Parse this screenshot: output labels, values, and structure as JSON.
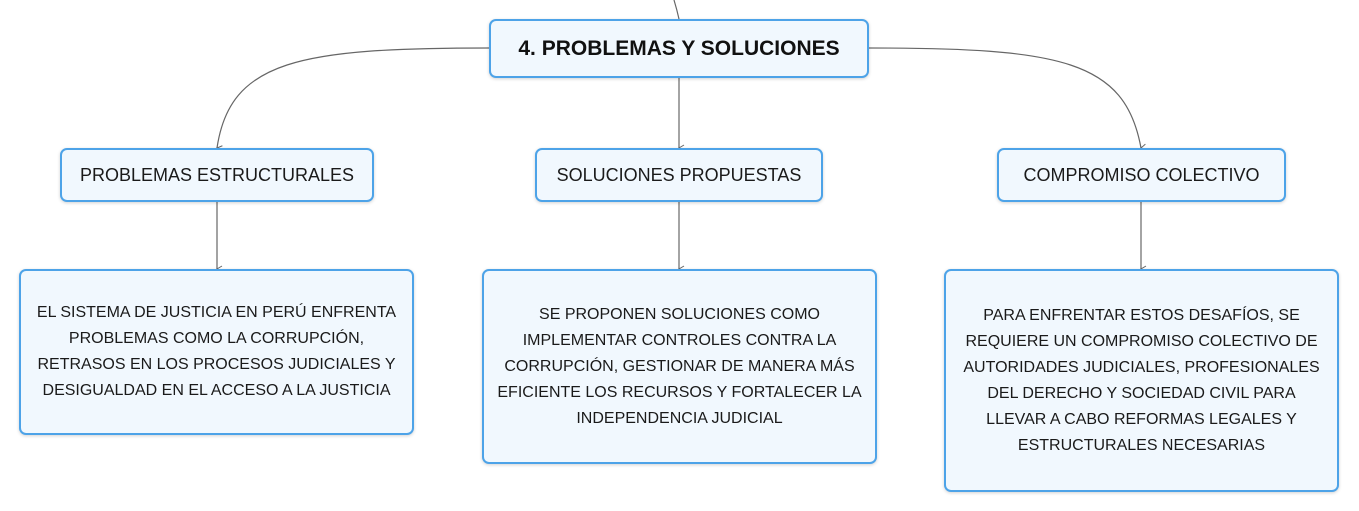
{
  "root": {
    "title": "4. PROBLEMAS Y SOLUCIONES"
  },
  "branches": [
    {
      "title": "PROBLEMAS ESTRUCTURALES",
      "detail": "EL SISTEMA DE JUSTICIA EN PERÚ ENFRENTA PROBLEMAS COMO LA CORRUPCIÓN, RETRASOS EN LOS PROCESOS JUDICIALES Y DESIGUALDAD EN EL ACCESO A LA JUSTICIA"
    },
    {
      "title": "SOLUCIONES PROPUESTAS",
      "detail": "SE PROPONEN SOLUCIONES COMO IMPLEMENTAR CONTROLES CONTRA LA CORRUPCIÓN, GESTIONAR DE MANERA MÁS EFICIENTE LOS RECURSOS Y FORTALECER LA INDEPENDENCIA JUDICIAL"
    },
    {
      "title": "COMPROMISO COLECTIVO",
      "detail": "PARA ENFRENTAR ESTOS DESAFÍOS, SE REQUIERE UN COMPROMISO COLECTIVO DE AUTORIDADES JUDICIALES, PROFESIONALES DEL DERECHO Y SOCIEDAD CIVIL PARA LLEVAR A CABO REFORMAS LEGALES Y ESTRUCTURALES NECESARIAS"
    }
  ],
  "colors": {
    "node_border": "#4da3e8",
    "node_fill": "#f1f8fe",
    "connector": "#666666"
  }
}
